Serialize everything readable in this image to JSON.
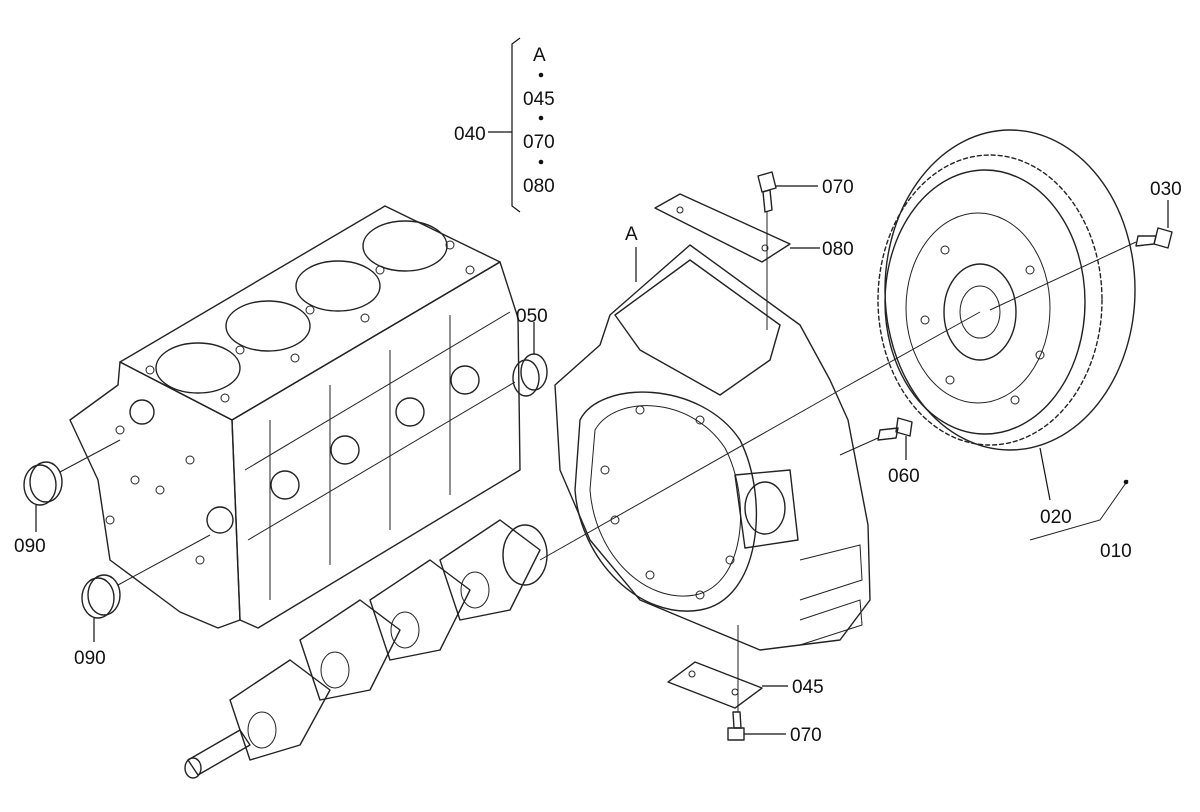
{
  "callouts": {
    "group_letter": "A",
    "group_045": "045",
    "group_070": "070",
    "group_080": "080",
    "group_040": "040",
    "housing_A": "A",
    "bolt_top_070": "070",
    "cover_top_080": "080",
    "oil_seal_050": "050",
    "flywheel_bolt_030": "030",
    "bolt_060": "060",
    "ring_gear_020": "020",
    "flywheel_010": "010",
    "plug_090_upper": "090",
    "plug_090_lower": "090",
    "cover_bottom_045": "045",
    "bolt_bottom_070": "070"
  },
  "colors": {
    "line": "#222222",
    "background": "#ffffff"
  }
}
